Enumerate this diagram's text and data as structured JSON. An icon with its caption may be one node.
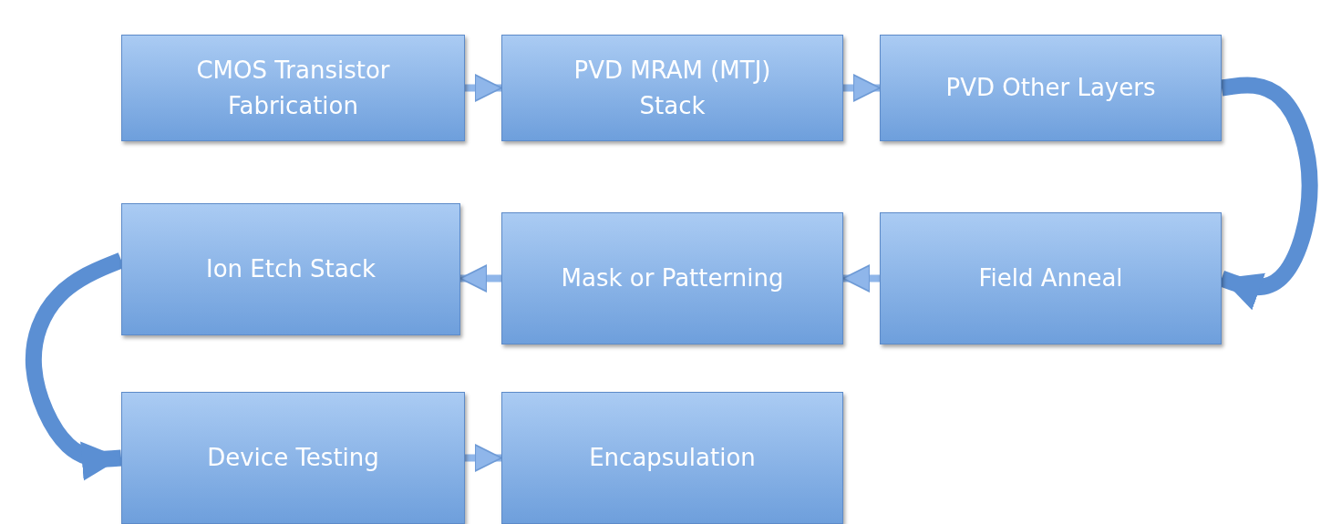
{
  "diagram": {
    "nodes": [
      {
        "text": [
          "CMOS Transistor Fabrication"
        ]
      },
      {
        "text": [
          "PVD MRAM (MTJ) Stack"
        ]
      },
      {
        "text": [
          "PVD Other Layers"
        ]
      },
      {
        "text": [
          "Field Anneal"
        ]
      },
      {
        "text": [
          "Mask or Patterning"
        ]
      },
      {
        "text": [
          "Ion Etch Stack"
        ]
      },
      {
        "text": [
          "Device Testing"
        ]
      },
      {
        "text": [
          "Encapsulation"
        ]
      }
    ],
    "edges": [
      {
        "from": 0,
        "to": 1,
        "arrow": "to"
      },
      {
        "from": 1,
        "to": 2,
        "arrow": "to"
      },
      {
        "from": 2,
        "to": 3,
        "arrow": "to",
        "style": "thick"
      },
      {
        "from": 3,
        "to": 4,
        "arrow": "to"
      },
      {
        "from": 4,
        "to": 5,
        "arrow": "to"
      },
      {
        "from": 5,
        "to": 6,
        "arrow": "to",
        "style": "thick"
      },
      {
        "from": 6,
        "to": 7,
        "arrow": "to"
      }
    ]
  }
}
